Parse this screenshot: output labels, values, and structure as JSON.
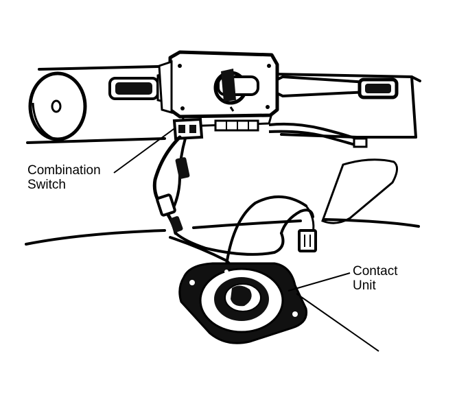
{
  "labels": {
    "combination_switch": {
      "line1": "Combination",
      "line2": "Switch"
    },
    "contact_unit": {
      "line1": "Contact",
      "line2": "Unit"
    }
  },
  "colors": {
    "ink": "#000000",
    "paper": "#ffffff"
  }
}
